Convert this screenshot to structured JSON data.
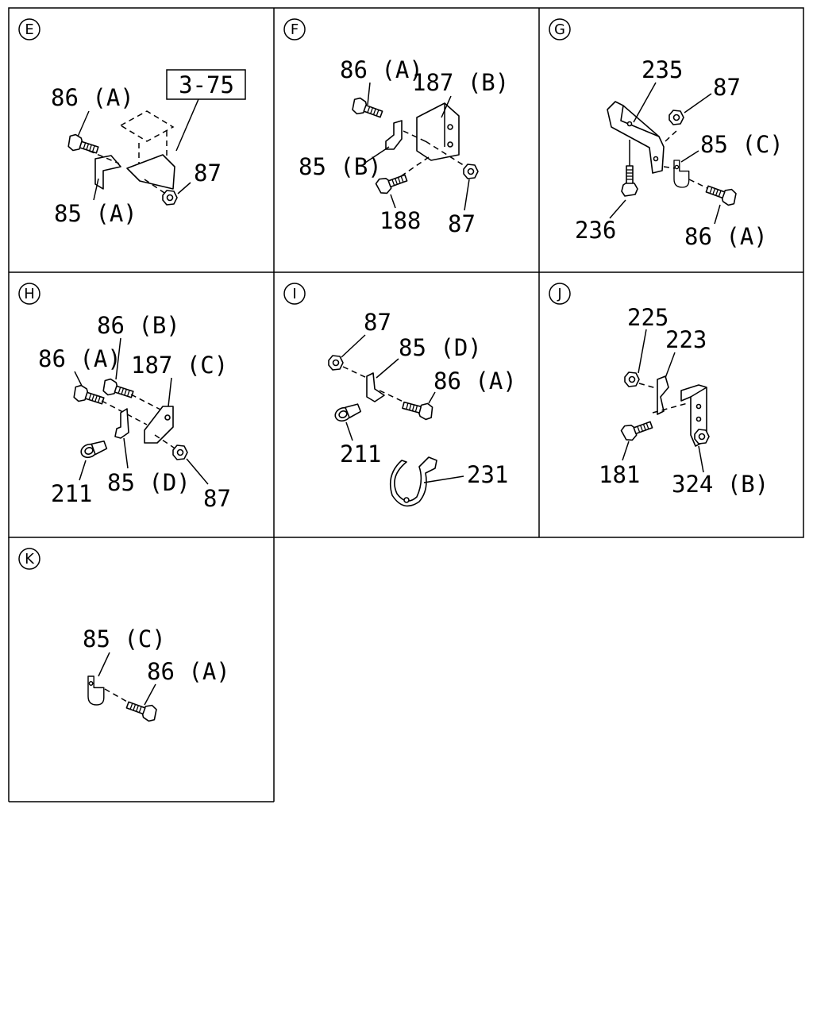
{
  "panels": [
    {
      "letter": "E",
      "labels": [
        "86 (A)",
        "85 (A)",
        "87"
      ],
      "ref_box": "3-75"
    },
    {
      "letter": "F",
      "labels": [
        "86 (A)",
        "187 (B)",
        "85 (B)",
        "188",
        "87"
      ]
    },
    {
      "letter": "G",
      "labels": [
        "235",
        "87",
        "85 (C)",
        "236",
        "86 (A)"
      ]
    },
    {
      "letter": "H",
      "labels": [
        "86 (B)",
        "86 (A)",
        "187 (C)",
        "211",
        "85 (D)",
        "87"
      ]
    },
    {
      "letter": "I",
      "labels": [
        "87",
        "85 (D)",
        "86 (A)",
        "211",
        "231"
      ]
    },
    {
      "letter": "J",
      "labels": [
        "225",
        "223",
        "181",
        "324 (B)"
      ]
    },
    {
      "letter": "K",
      "labels": [
        "85 (C)",
        "86 (A)"
      ]
    }
  ]
}
